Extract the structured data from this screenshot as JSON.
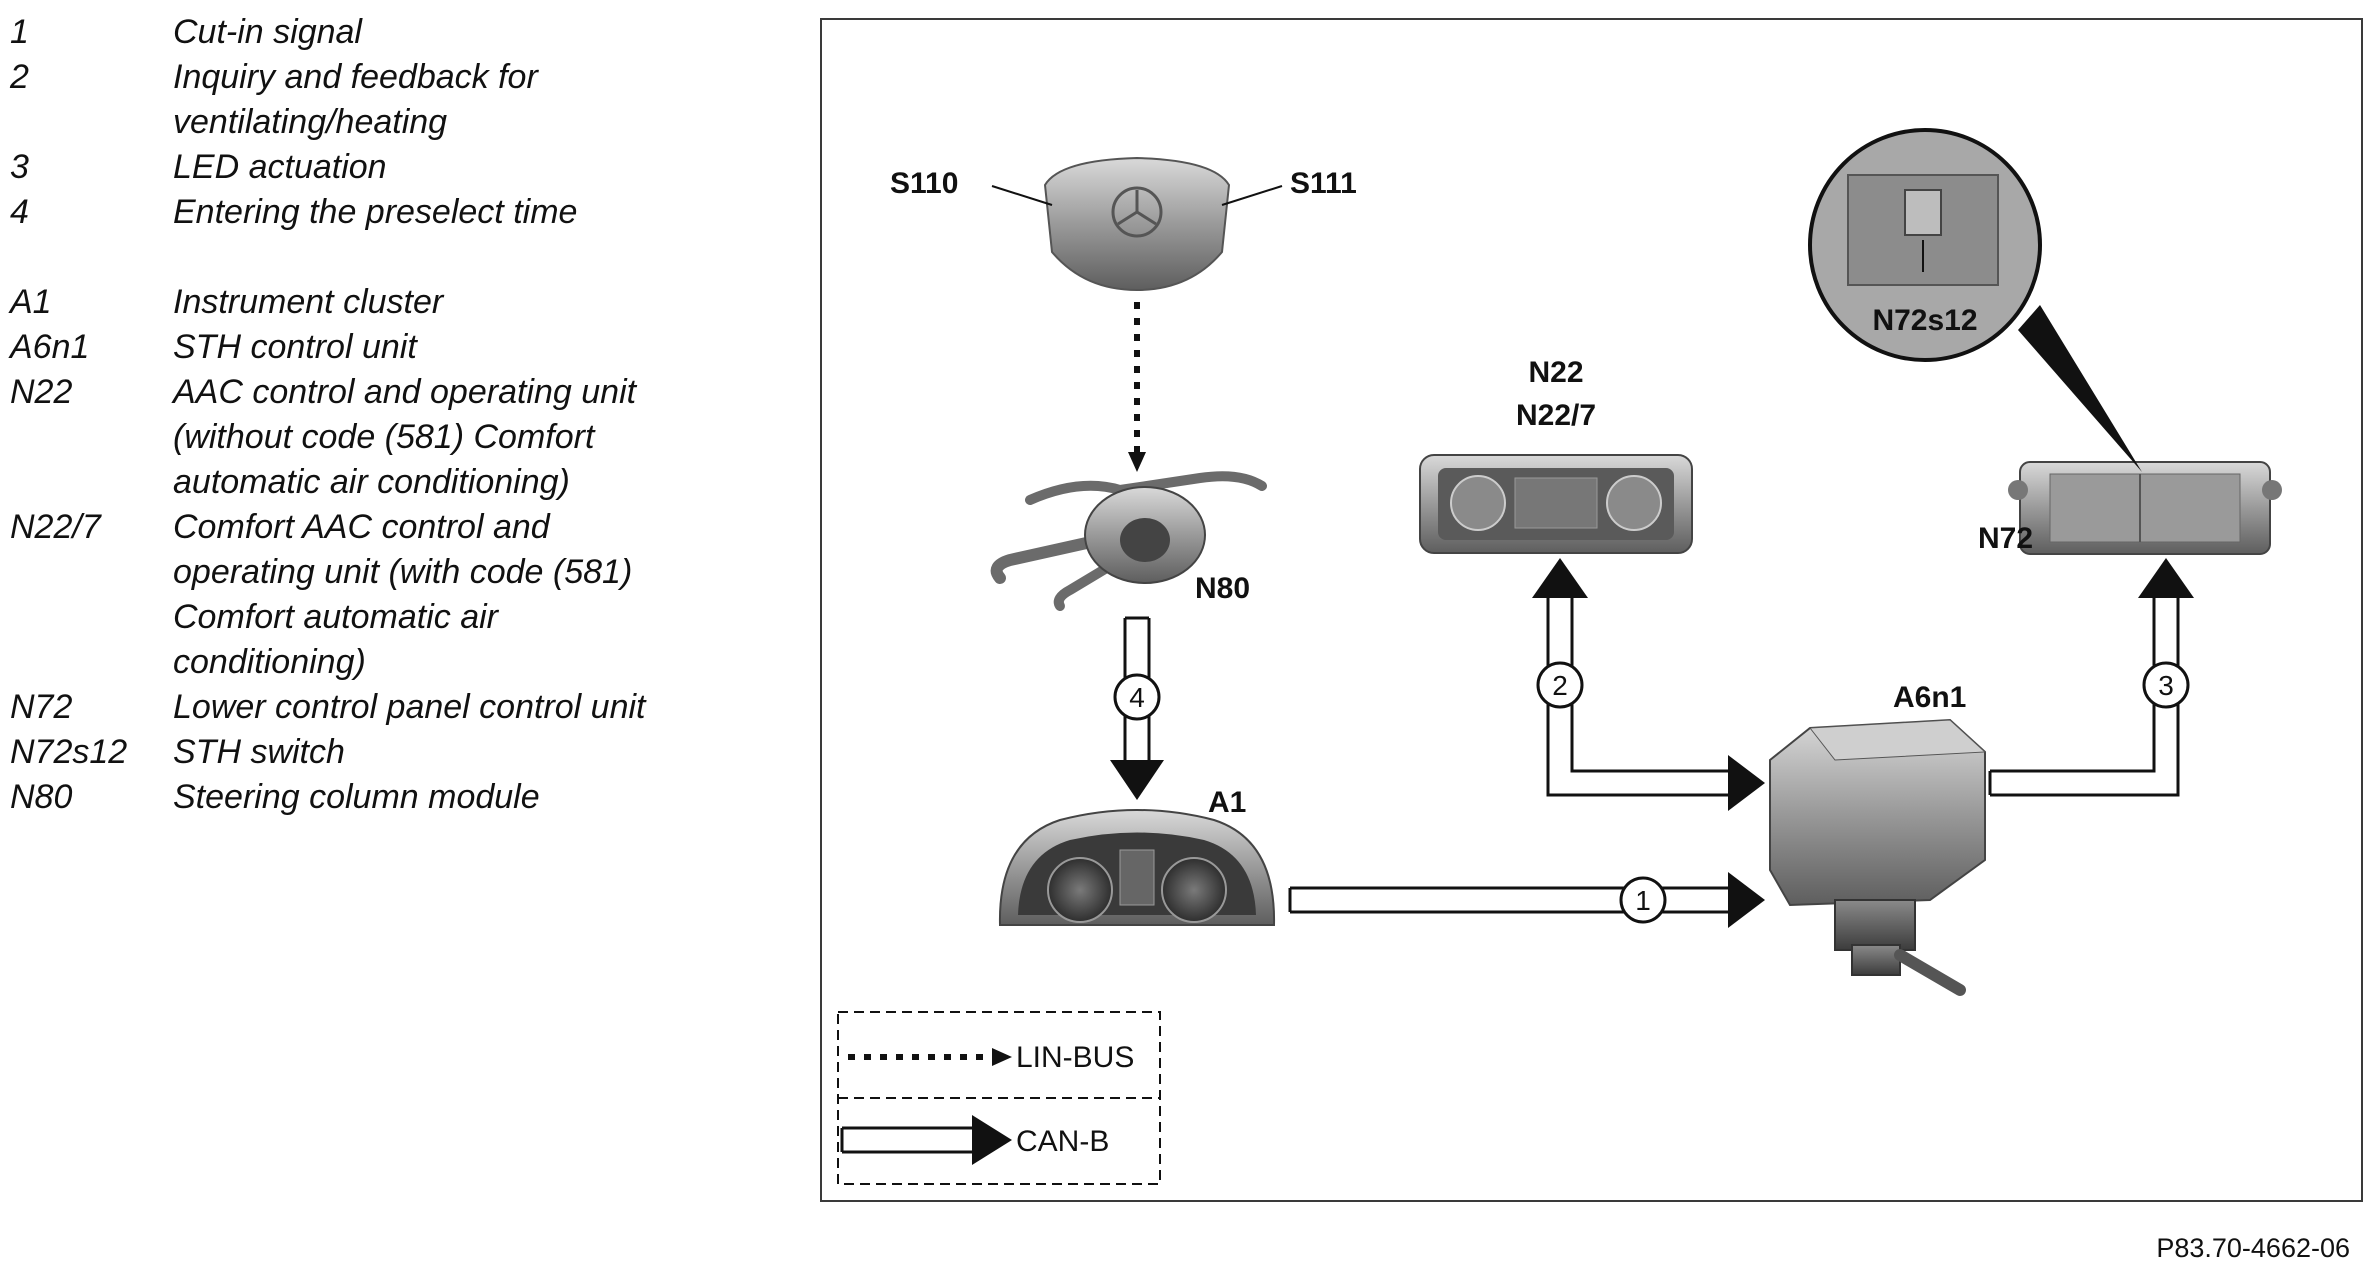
{
  "legend": [
    {
      "code": "1",
      "desc": "Cut-in signal"
    },
    {
      "code": "2",
      "desc": "Inquiry and feedback for ventilating/heating"
    },
    {
      "code": "3",
      "desc": "LED actuation"
    },
    {
      "code": "4",
      "desc": "Entering the preselect time"
    },
    {
      "code": "A1",
      "desc": "Instrument cluster",
      "gap_before": true
    },
    {
      "code": "A6n1",
      "desc": "STH control unit"
    },
    {
      "code": "N22",
      "desc": "AAC control and operating unit (without code (581) Comfort automatic air conditioning)"
    },
    {
      "code": "N22/7",
      "desc": "Comfort AAC control and operating unit (with code (581) Comfort automatic air conditioning)"
    },
    {
      "code": "N72",
      "desc": "Lower control panel control unit"
    },
    {
      "code": "N72s12",
      "desc": "STH switch"
    },
    {
      "code": "N80",
      "desc": "Steering column module"
    }
  ],
  "diagram": {
    "labels": {
      "s110": "S110",
      "s111": "S111",
      "n80": "N80",
      "a1": "A1",
      "n22": "N22",
      "n22_7": "N22/7",
      "n72": "N72",
      "n72s12": "N72s12",
      "a6n1": "A6n1"
    },
    "connections": [
      {
        "num": "1",
        "from": "A1",
        "to": "A6n1",
        "bus": "CAN-B"
      },
      {
        "num": "2",
        "from": "A6n1",
        "to": "N22",
        "bus": "CAN-B",
        "bidirectional": true
      },
      {
        "num": "3",
        "from": "A6n1",
        "to": "N72",
        "bus": "CAN-B"
      },
      {
        "num": "4",
        "from": "N80",
        "to": "A1",
        "bus": "CAN-B"
      },
      {
        "from": "S110/S111",
        "to": "N80",
        "bus": "LIN-BUS"
      }
    ],
    "key": {
      "lin": "LIN-BUS",
      "can": "CAN-B"
    }
  },
  "figure_id": "P83.70-4662-06"
}
